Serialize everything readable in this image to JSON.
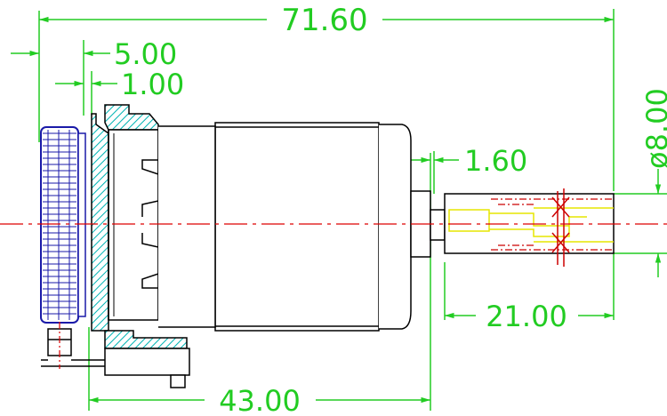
{
  "colors": {
    "background": "#ffffff",
    "outline": "#000000",
    "dimension": "#22cc22",
    "centerline": "#dd0000",
    "gear": "#1a1aa8",
    "hatch": "#00b4b4",
    "shaft_feature": "#e6e600",
    "shaft_section": "#cc0000"
  },
  "dimensions": {
    "overall_length": "71.60",
    "gear_offset": "5.00",
    "gear_gap": "1.00",
    "shaft_shoulder": "1.60",
    "shaft_diameter": "ø8.00",
    "shaft_length": "21.00",
    "body_length": "43.00"
  }
}
